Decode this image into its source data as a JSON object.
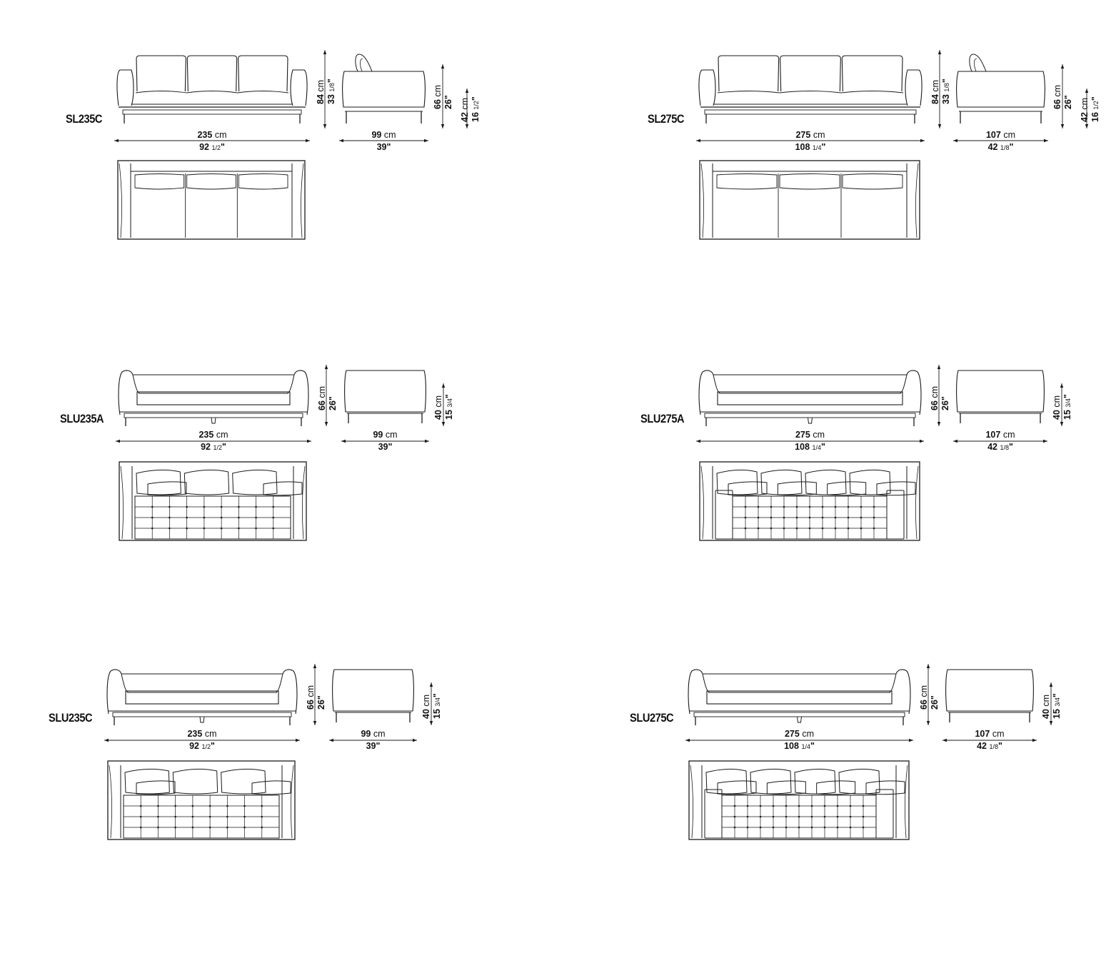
{
  "colors": {
    "line": "#1a1a1a",
    "background": "#ffffff"
  },
  "models": [
    {
      "code": "SL235C",
      "front_type": "back-cushions",
      "plan_type": "plain",
      "width": {
        "num": "235",
        "unit": "cm",
        "imp_whole": "92",
        "imp_frac": "1/2",
        "imp_mark": "\""
      },
      "height": {
        "num": "84",
        "unit": "cm",
        "imp_whole": "33",
        "imp_frac": "1/8",
        "imp_mark": "\""
      },
      "depth": {
        "num": "99",
        "unit": "cm",
        "imp_whole": "39",
        "imp_frac": "",
        "imp_mark": "\""
      },
      "arm_height": {
        "num": "66",
        "unit": "cm",
        "imp_whole": "26",
        "imp_frac": "",
        "imp_mark": "\""
      },
      "seat_height": {
        "num": "42",
        "unit": "cm",
        "imp_whole": "16",
        "imp_frac": "1/2",
        "imp_mark": "\""
      }
    },
    {
      "code": "SL275C",
      "front_type": "back-cushions",
      "plan_type": "plain",
      "width": {
        "num": "275",
        "unit": "cm",
        "imp_whole": "108",
        "imp_frac": "1/4",
        "imp_mark": "\""
      },
      "height": {
        "num": "84",
        "unit": "cm",
        "imp_whole": "33",
        "imp_frac": "1/8",
        "imp_mark": "\""
      },
      "depth": {
        "num": "107",
        "unit": "cm",
        "imp_whole": "42",
        "imp_frac": "1/8",
        "imp_mark": "\""
      },
      "arm_height": {
        "num": "66",
        "unit": "cm",
        "imp_whole": "26",
        "imp_frac": "",
        "imp_mark": "\""
      },
      "seat_height": {
        "num": "42",
        "unit": "cm",
        "imp_whole": "16",
        "imp_frac": "1/2",
        "imp_mark": "\""
      }
    },
    {
      "code": "SLU235A",
      "front_type": "flat",
      "plan_type": "tufted-3",
      "width": {
        "num": "235",
        "unit": "cm",
        "imp_whole": "92",
        "imp_frac": "1/2",
        "imp_mark": "\""
      },
      "arm_height": {
        "num": "66",
        "unit": "cm",
        "imp_whole": "26",
        "imp_frac": "",
        "imp_mark": "\""
      },
      "depth": {
        "num": "99",
        "unit": "cm",
        "imp_whole": "39",
        "imp_frac": "",
        "imp_mark": "\""
      },
      "seat_height": {
        "num": "40",
        "unit": "cm",
        "imp_whole": "15",
        "imp_frac": "3/4",
        "imp_mark": "\""
      }
    },
    {
      "code": "SLU275A",
      "front_type": "flat",
      "plan_type": "tufted-4",
      "width": {
        "num": "275",
        "unit": "cm",
        "imp_whole": "108",
        "imp_frac": "1/4",
        "imp_mark": "\""
      },
      "arm_height": {
        "num": "66",
        "unit": "cm",
        "imp_whole": "26",
        "imp_frac": "",
        "imp_mark": "\""
      },
      "depth": {
        "num": "107",
        "unit": "cm",
        "imp_whole": "42",
        "imp_frac": "1/8",
        "imp_mark": "\""
      },
      "seat_height": {
        "num": "40",
        "unit": "cm",
        "imp_whole": "15",
        "imp_frac": "3/4",
        "imp_mark": "\""
      }
    },
    {
      "code": "SLU235C",
      "front_type": "flat",
      "plan_type": "tufted-3",
      "width": {
        "num": "235",
        "unit": "cm",
        "imp_whole": "92",
        "imp_frac": "1/2",
        "imp_mark": "\""
      },
      "arm_height": {
        "num": "66",
        "unit": "cm",
        "imp_whole": "26",
        "imp_frac": "",
        "imp_mark": "\""
      },
      "depth": {
        "num": "99",
        "unit": "cm",
        "imp_whole": "39",
        "imp_frac": "",
        "imp_mark": "\""
      },
      "seat_height": {
        "num": "40",
        "unit": "cm",
        "imp_whole": "15",
        "imp_frac": "3/4",
        "imp_mark": "\""
      }
    },
    {
      "code": "SLU275C",
      "front_type": "flat",
      "plan_type": "tufted-4",
      "width": {
        "num": "275",
        "unit": "cm",
        "imp_whole": "108",
        "imp_frac": "1/4",
        "imp_mark": "\""
      },
      "arm_height": {
        "num": "66",
        "unit": "cm",
        "imp_whole": "26",
        "imp_frac": "",
        "imp_mark": "\""
      },
      "depth": {
        "num": "107",
        "unit": "cm",
        "imp_whole": "42",
        "imp_frac": "1/8",
        "imp_mark": "\""
      },
      "seat_height": {
        "num": "40",
        "unit": "cm",
        "imp_whole": "15",
        "imp_frac": "3/4",
        "imp_mark": "\""
      }
    }
  ]
}
